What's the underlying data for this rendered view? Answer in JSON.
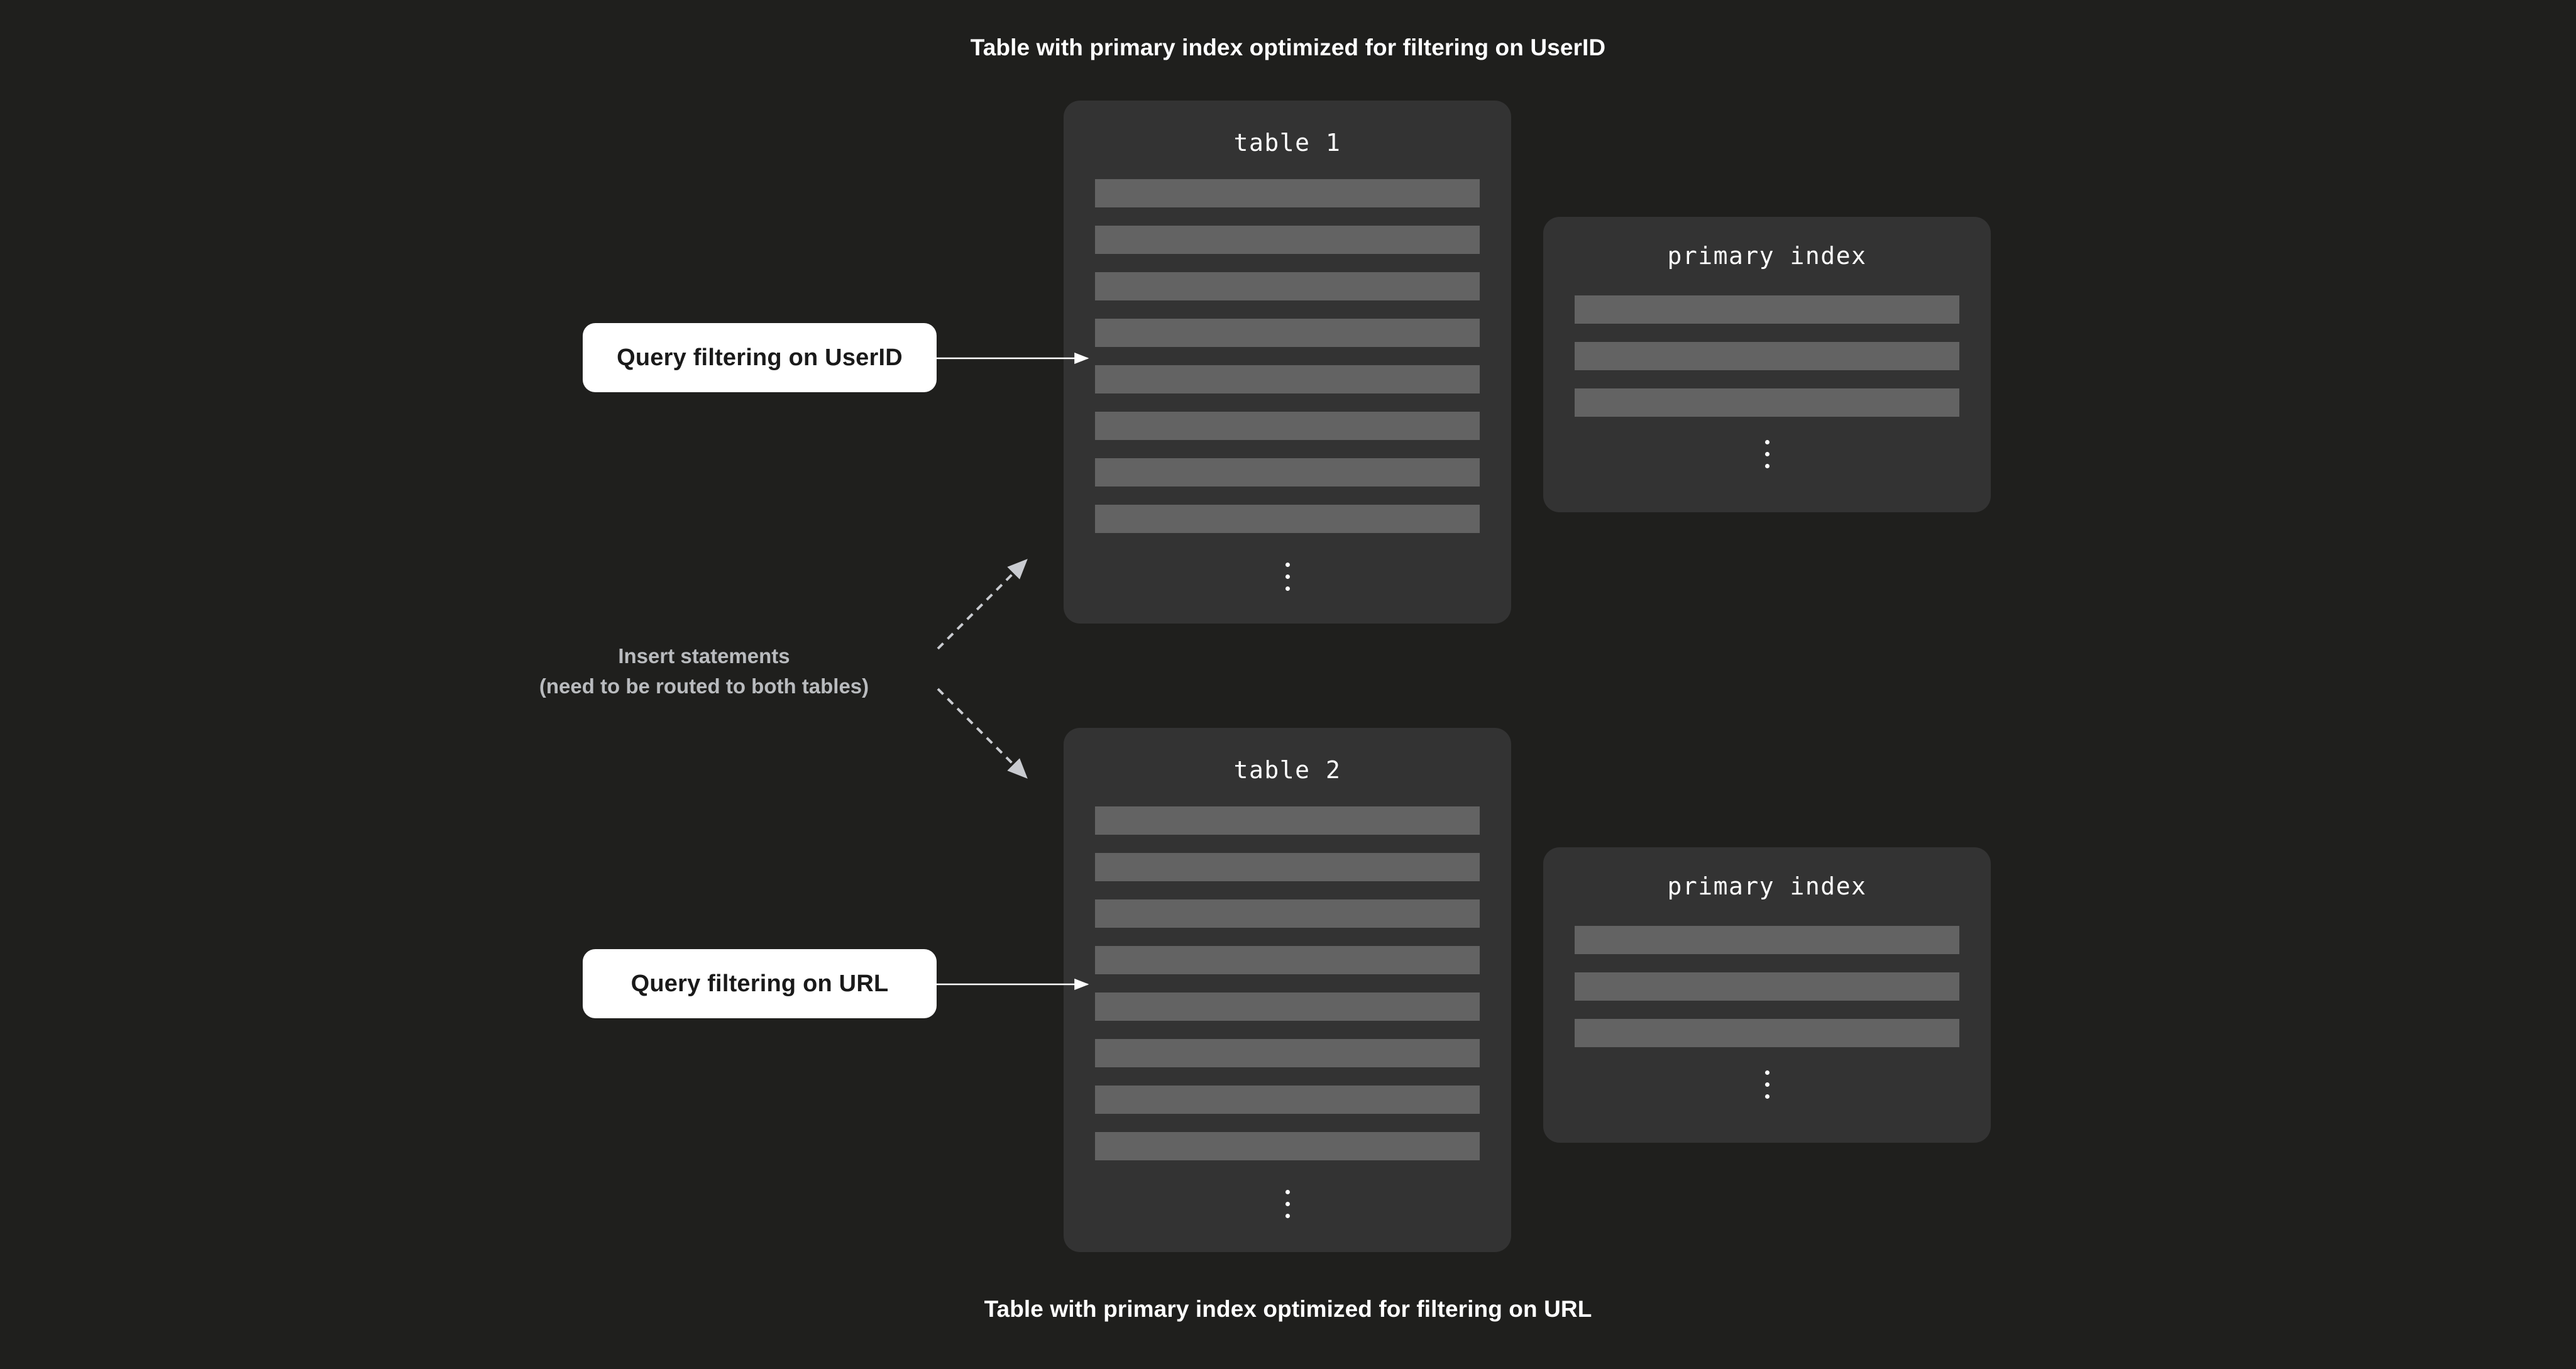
{
  "page": {
    "background_color": "#1f1f1d",
    "card_color": "#333333",
    "row_color": "#636363",
    "accent_white": "#ffffff",
    "muted_text_color": "#b9bbbe"
  },
  "captions": {
    "top": "Table with primary index optimized for filtering on UserID",
    "bottom": "Table with primary index optimized for filtering on URL"
  },
  "cards": {
    "table_1": {
      "title": "table  1",
      "row_count": 8,
      "overflow_indicator": "vertical-ellipsis"
    },
    "table_2": {
      "title": "table  2",
      "row_count": 8,
      "overflow_indicator": "vertical-ellipsis"
    },
    "primary_index_1": {
      "title": "primary index",
      "row_count": 3,
      "overflow_indicator": "vertical-ellipsis"
    },
    "primary_index_2": {
      "title": "primary index",
      "row_count": 3,
      "overflow_indicator": "vertical-ellipsis"
    }
  },
  "query_boxes": {
    "userid": "Query filtering on UserID",
    "url": "Query filtering on URL"
  },
  "insert_label": {
    "line1": "Insert statements",
    "line2": "(need to be routed to both tables)"
  },
  "connectors": {
    "solid_arrow_1": {
      "style": "solid",
      "color": "#ffffff",
      "from": "query-filtering-on-userid",
      "to": "table-1"
    },
    "solid_arrow_2": {
      "style": "solid",
      "color": "#ffffff",
      "from": "query-filtering-on-url",
      "to": "table-2"
    },
    "dashed_arrow_up": {
      "style": "dashed",
      "color": "#c9cbd0",
      "from": "insert-statements-label",
      "to": "table-1"
    },
    "dashed_arrow_down": {
      "style": "dashed",
      "color": "#c9cbd0",
      "from": "insert-statements-label",
      "to": "table-2"
    }
  }
}
